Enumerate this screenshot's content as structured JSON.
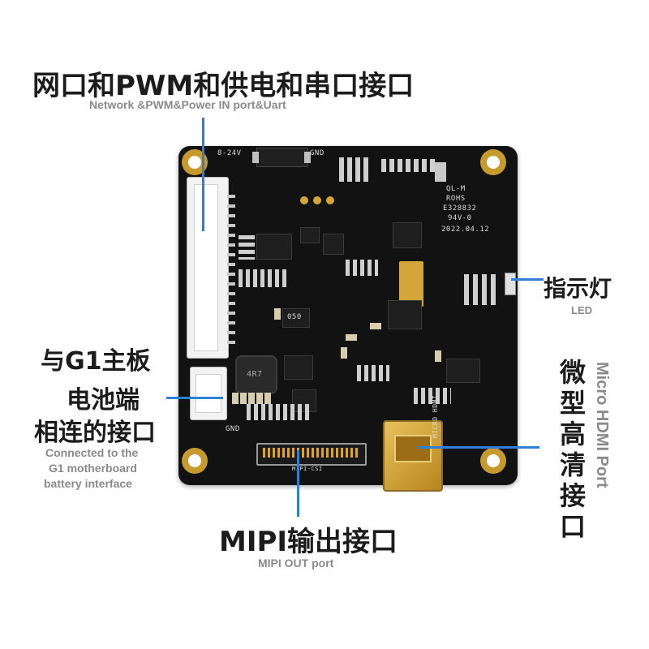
{
  "labels": {
    "network": {
      "cn": "网口和PWM和供电和串口接口",
      "en": "Network &PWM&Power IN port&Uart"
    },
    "led": {
      "cn": "指示灯",
      "en": "LED"
    },
    "battery": {
      "cn": [
        "与G1主板",
        "电池端",
        "相连的接口"
      ],
      "en": [
        "Connected to the",
        "G1 motherboard",
        "battery interface"
      ]
    },
    "hdmi": {
      "cn": [
        "微",
        "型",
        "高",
        "清",
        "接",
        "口"
      ],
      "en": "Micro HDMI Port"
    },
    "mipi": {
      "cn": "MIPI输出接口",
      "en": "MIPI OUT port"
    }
  },
  "silkscreen": {
    "voltage": "8-24V",
    "gnd_top": "GND",
    "gnd_bottom": "GND",
    "model": "QL-M",
    "rohs": "ROHS",
    "cert": "E328832",
    "rating": "94V-0",
    "date": "2022.04.12",
    "hdmi_text": "MICRO HDMI",
    "mipi_text": "MIPI-CSI",
    "inductor": "4R7",
    "chip_mark": "050"
  },
  "colors": {
    "pcb": "#121212",
    "accent_line": "#2f7fd6",
    "gold": "#c79a2e",
    "connector": "#f2f2f2"
  }
}
